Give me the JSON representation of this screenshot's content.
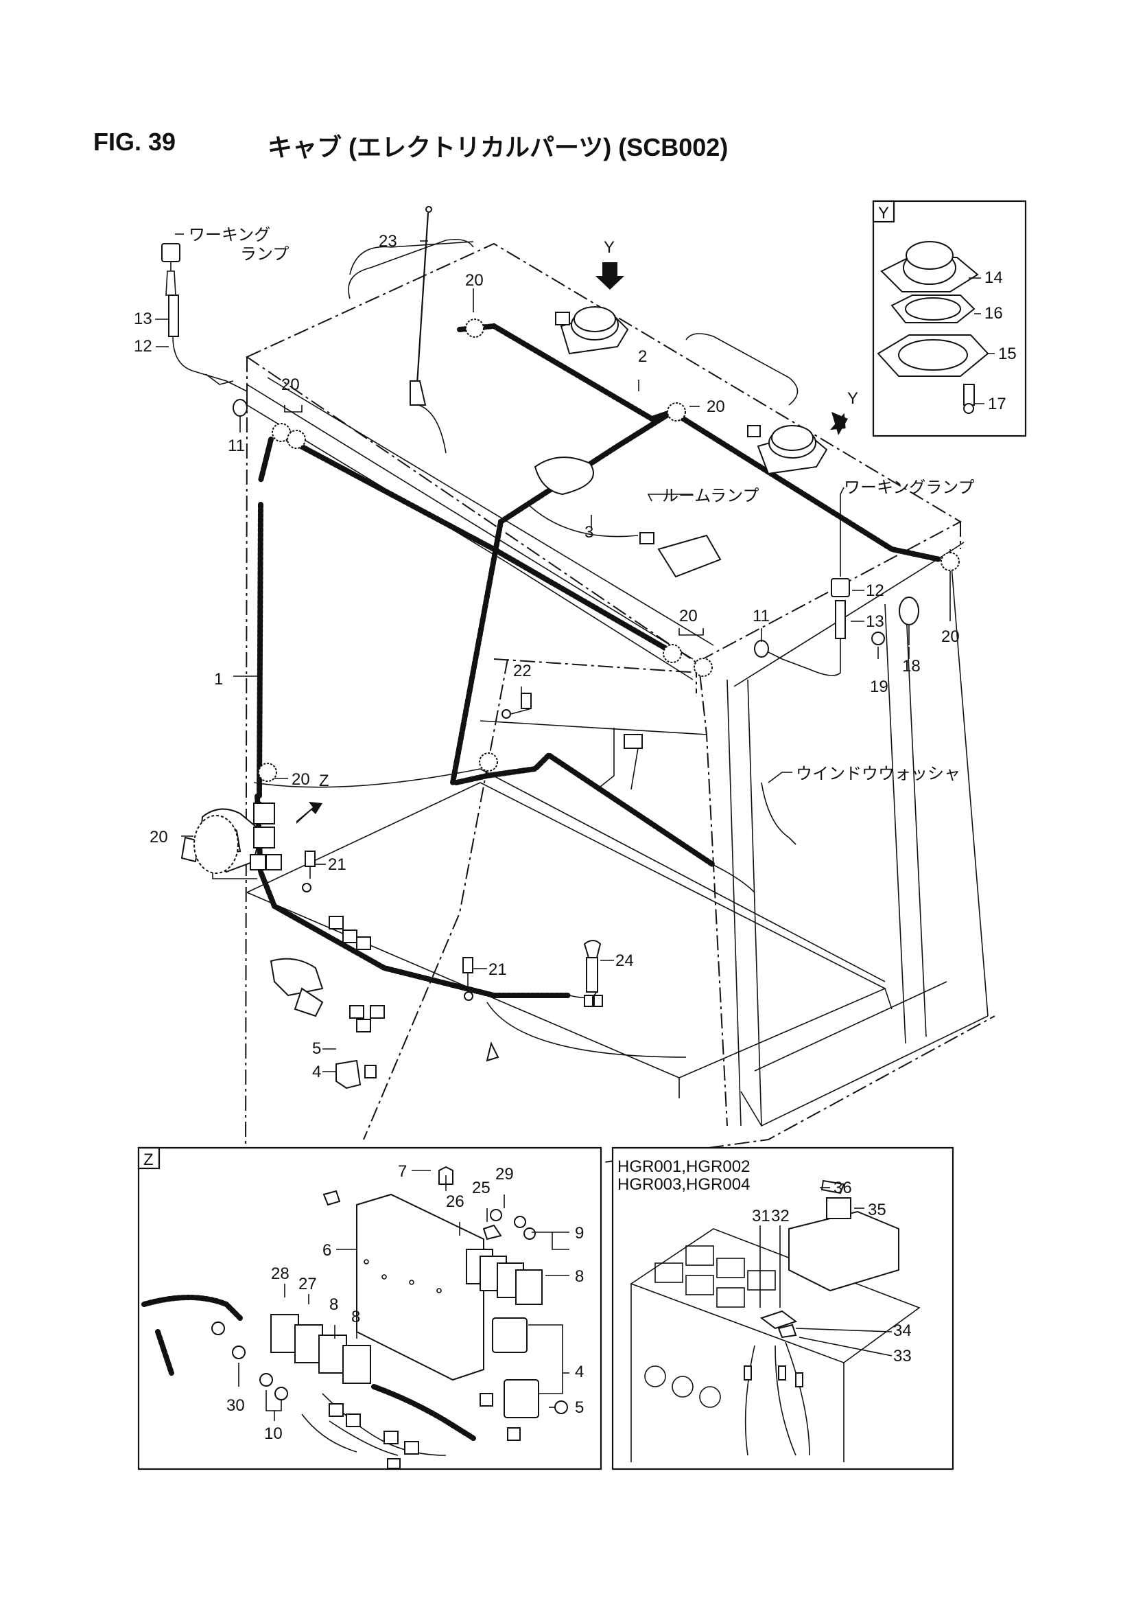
{
  "figure": {
    "number": "FIG. 39",
    "title": "キャブ (エレクトリカルパーツ) (SCB002)"
  },
  "views": {
    "y_marker": "Y",
    "z_marker": "Z",
    "detail_y_label": "Y",
    "detail_z_label": "Z",
    "models_line1": "HGR001,HGR002",
    "models_line2": "HGR003,HGR004"
  },
  "jp_labels": {
    "working_lamp_left_1": "ワーキング",
    "working_lamp_left_2": "ランプ",
    "working_lamp_right": "ワーキングランプ",
    "room_lamp": "ルームランプ",
    "window_washer": "ウインドウウォッシャ"
  },
  "callouts": {
    "c1": "1",
    "c2": "2",
    "c3": "3",
    "c4": "4",
    "c5": "5",
    "c11a": "11",
    "c11b": "11",
    "c12a": "12",
    "c12b": "12",
    "c13a": "13",
    "c13b": "13",
    "c20a": "20",
    "c20b": "20",
    "c20c": "20",
    "c20d": "20",
    "c20e": "20",
    "c20f": "20",
    "c20g": "20",
    "c18": "18",
    "c19": "19",
    "c21a": "21",
    "c21b": "21",
    "c22": "22",
    "c23": "23",
    "c24": "24",
    "y14": "14",
    "y16": "16",
    "y15": "15",
    "y17": "17",
    "z7": "7",
    "z29": "29",
    "z25": "25",
    "z26": "26",
    "z9": "9",
    "z6": "6",
    "z8a": "8",
    "z28": "28",
    "z27": "27",
    "z8b": "8",
    "z8c": "8",
    "z4": "4",
    "z5": "5",
    "z30": "30",
    "z10": "10",
    "h36": "36",
    "h35": "35",
    "h31": "31",
    "h32": "32",
    "h34": "34",
    "h33": "33"
  }
}
